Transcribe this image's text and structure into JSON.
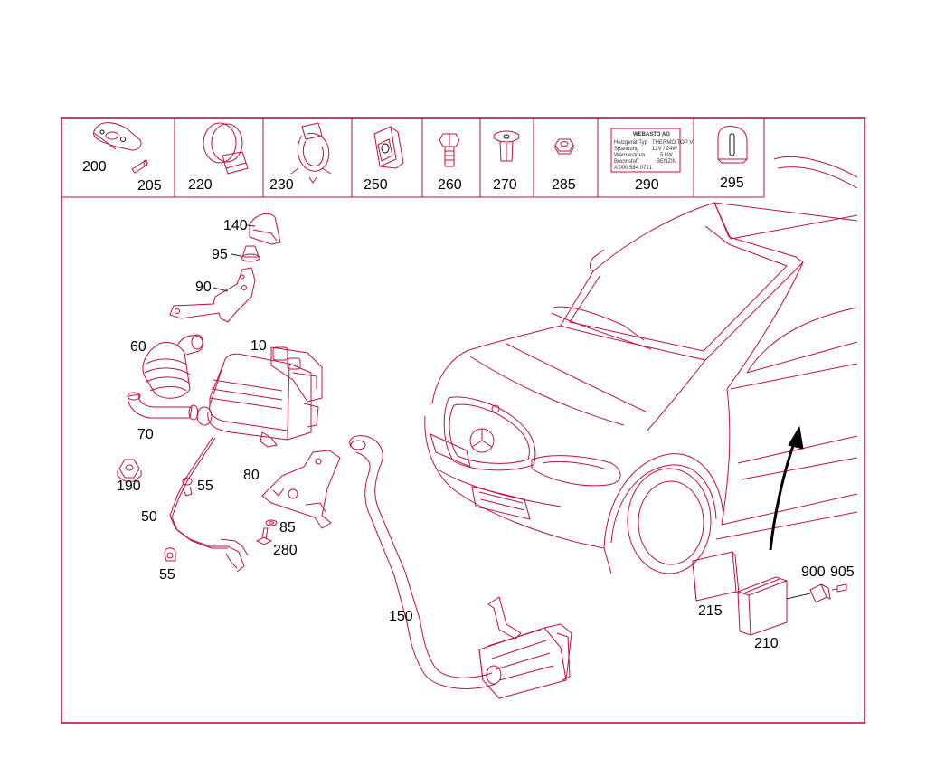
{
  "colors": {
    "frame": "#c0103c",
    "line_art": "#c0103c",
    "detail": "#111111",
    "background": "#ffffff"
  },
  "header_parts": [
    "200",
    "205",
    "220",
    "230",
    "250",
    "260",
    "270",
    "285",
    "290",
    "295"
  ],
  "label_290": {
    "title": "WEBASTO AG",
    "rows": [
      [
        "Heizgerät Typ",
        "THERMO TOP V"
      ],
      [
        "Spannung",
        "12V / 24W"
      ],
      [
        "Wärmestrom",
        "5 kW"
      ],
      [
        "Brennstoff",
        "BENZIN"
      ]
    ],
    "part_no": "A 000 584 0721"
  },
  "callouts": {
    "c140": "140",
    "c95": "95",
    "c90": "90",
    "c60": "60",
    "c10": "10",
    "c70": "70",
    "c190": "190",
    "c55a": "55",
    "c80": "80",
    "c50": "50",
    "c85": "85",
    "c280": "280",
    "c55b": "55",
    "c150": "150",
    "c215": "215",
    "c210": "210",
    "c900": "900",
    "c905": "905"
  },
  "icons": {
    "remote": "remote-key-fob-icon",
    "hose_clamp": "hose-clamp-icon",
    "clip": "spring-clip-icon",
    "bolt": "bolt-icon",
    "nut": "nut-icon",
    "car": "car-outline-icon"
  }
}
